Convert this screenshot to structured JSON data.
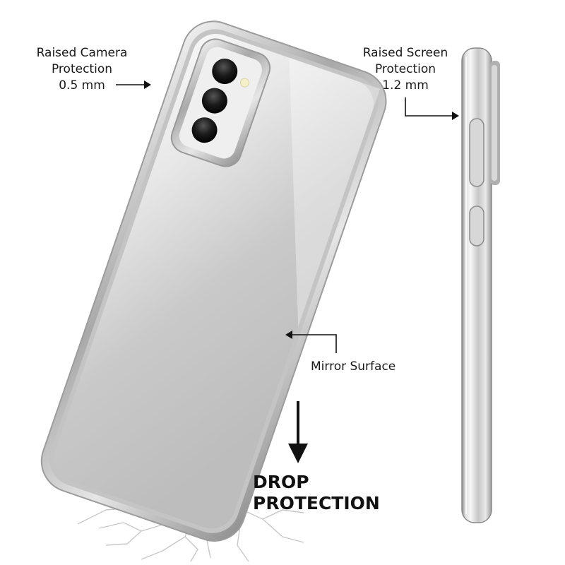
{
  "callouts": {
    "camera": [
      "Raised Camera",
      "Protection",
      "0.5 mm"
    ],
    "screen": [
      "Raised Screen",
      "Protection",
      "1.2 mm"
    ],
    "mirror": "Mirror Surface"
  },
  "headline": [
    "DROP",
    "PROTECTION"
  ],
  "colors": {
    "background": "#ffffff",
    "frame": "#a8a8a8",
    "surface": "#d4d4d4",
    "text": "#111111"
  },
  "icons": [
    "arrow-right-icon",
    "arrow-left-icon",
    "arrow-down-icon",
    "lens-icon",
    "flash-icon",
    "crack-icon"
  ]
}
